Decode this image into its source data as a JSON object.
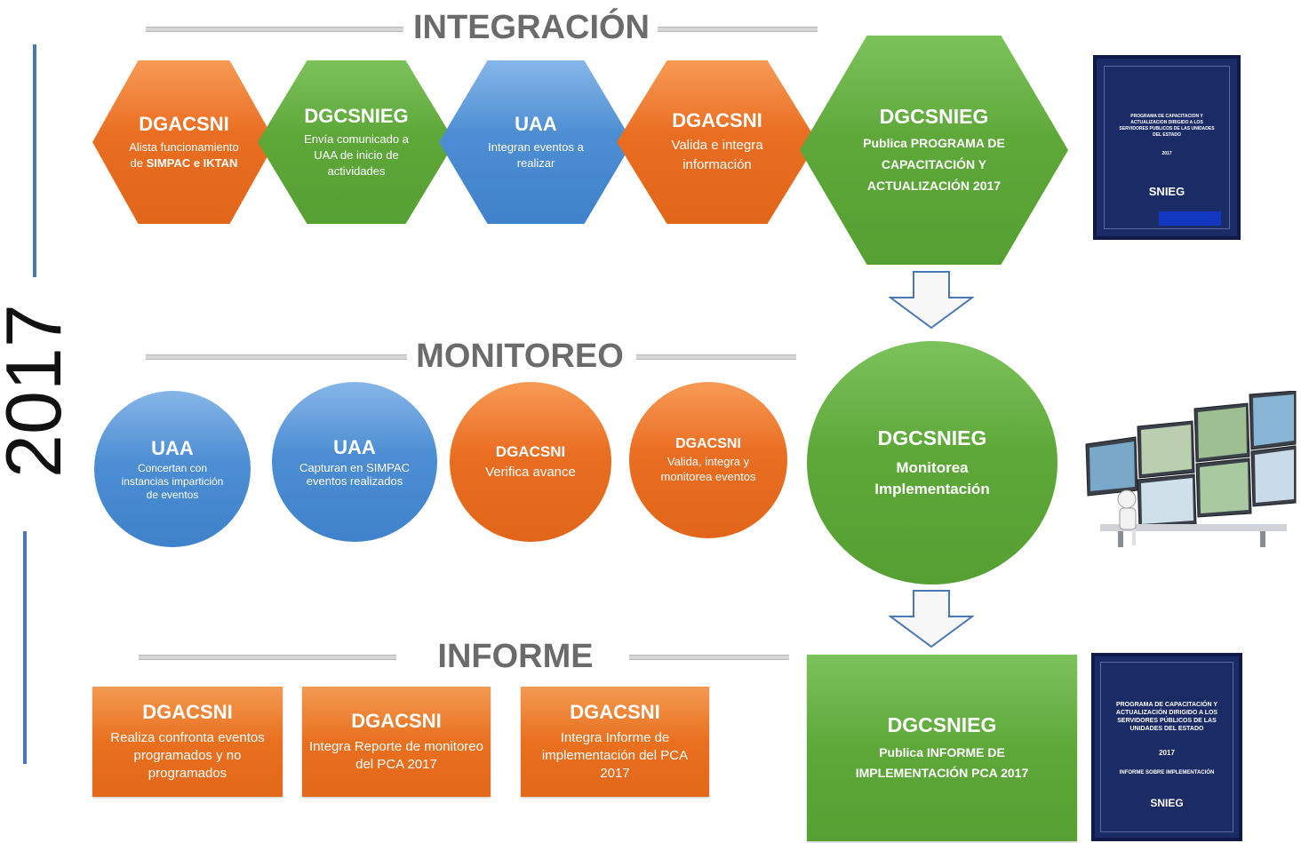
{
  "year": "2017",
  "sections": {
    "integracion": "INTEGRACIÓN",
    "monitoreo": "MONITOREO",
    "informe": "INFORME"
  },
  "integration_steps": [
    {
      "actor": "DGACSNI",
      "text_pre": "Alista funcionamiento de ",
      "text_bold": "SIMPAC e IKTAN"
    },
    {
      "actor": "DGCSNIEG",
      "text": "Envía comunicado a UAA de inicio de actividades"
    },
    {
      "actor": "UAA",
      "text": "Integran eventos a realizar"
    },
    {
      "actor": "DGACSNI",
      "text": "Valida e integra información"
    },
    {
      "actor": "DGCSNIEG",
      "text_bold": "Publica PROGRAMA DE CAPACITACIÓN Y ACTUALIZACIÓN 2017"
    }
  ],
  "monitoring_steps": [
    {
      "actor": "UAA",
      "text": "Concertan con instancias impartición de eventos"
    },
    {
      "actor": "UAA",
      "text": "Capturan en SIMPAC eventos realizados"
    },
    {
      "actor": "DGACSNI",
      "text": "Verifica avance"
    },
    {
      "actor": "DGACSNI",
      "text": "Valida, integra y monitorea eventos"
    },
    {
      "actor": "DGCSNIEG",
      "text_bold": "Monitorea Implementación"
    }
  ],
  "report_steps": [
    {
      "actor": "DGACSNI",
      "text": "Realiza confronta eventos programados y no programados"
    },
    {
      "actor": "DGACSNI",
      "text": "Integra Reporte de monitoreo del PCA 2017"
    },
    {
      "actor": "DGACSNI",
      "text": "Integra Informe de implementación del PCA 2017"
    },
    {
      "actor": "DGCSNIEG",
      "text_bold": "Publica INFORME DE IMPLEMENTACIÓN PCA 2017"
    }
  ],
  "cover_program": {
    "text": "PROGRAMA DE CAPACITACION Y ACTUALIZACION DIRIGIDO A LOS SERVIDORES PUBLICOS DE LAS UNIDADES DEL ESTADO",
    "year": "2017",
    "logo": "SNIEG"
  },
  "cover_report": {
    "text": "PROGRAMA DE CAPACITACIÓN Y ACTUALIZACIÓN DIRIGIDO A LOS SERVIDORES PÚBLICOS DE LAS UNIDADES DEL ESTADO",
    "year": "2017",
    "subtitle": "INFORME SOBRE IMPLEMENTACIÓN",
    "logo": "SNIEG"
  },
  "colors": {
    "orange": "#e9701f",
    "green": "#5ea83a",
    "blue": "#4d8ed3",
    "cover_blue": "#1b2b66",
    "title_gray": "#6b6b6b"
  }
}
